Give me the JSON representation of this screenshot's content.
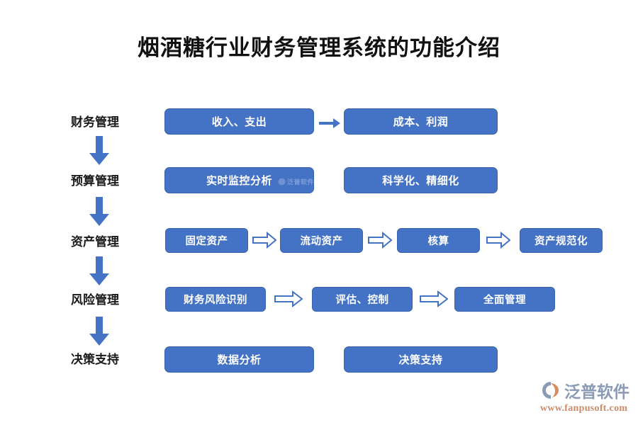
{
  "page": {
    "title": "烟酒糖行业财务管理系统的功能介绍",
    "background_color": "#FFFFFF",
    "accent_color": "#4472C4",
    "box_border_color": "#3A62AC",
    "box_text_color": "#FFFFFF",
    "label_text_color": "#1A1A1A"
  },
  "diagram": {
    "rows": [
      {
        "label": "财务管理",
        "boxes": [
          {
            "text": "收入、支出"
          },
          {
            "text": "成本、利润"
          }
        ],
        "connector": "arrow-right-solid"
      },
      {
        "label": "预算管理",
        "boxes": [
          {
            "text": "实时监控分析"
          },
          {
            "text": "科学化、精细化"
          }
        ],
        "connector": "none"
      },
      {
        "label": "资产管理",
        "boxes": [
          {
            "text": "固定资产"
          },
          {
            "text": "流动资产"
          },
          {
            "text": "核算"
          },
          {
            "text": "资产规范化"
          }
        ],
        "connector": "arrow-right-outline"
      },
      {
        "label": "风险管理",
        "boxes": [
          {
            "text": "财务风险识别"
          },
          {
            "text": "评估、控制"
          },
          {
            "text": "全面管理"
          }
        ],
        "connector": "arrow-right-outline"
      },
      {
        "label": "决策支持",
        "boxes": [
          {
            "text": "数据分析"
          },
          {
            "text": "决策支持"
          }
        ],
        "connector": "none"
      }
    ],
    "vertical_connectors": 4,
    "vertical_connector_icon": "arrow-down-icon"
  },
  "watermark": {
    "text": "泛普软件"
  },
  "logo": {
    "name": "泛普软件",
    "url": "www.fanpusoft.com",
    "name_color": "#8C9BB5",
    "url_color": "#C98C6A"
  }
}
